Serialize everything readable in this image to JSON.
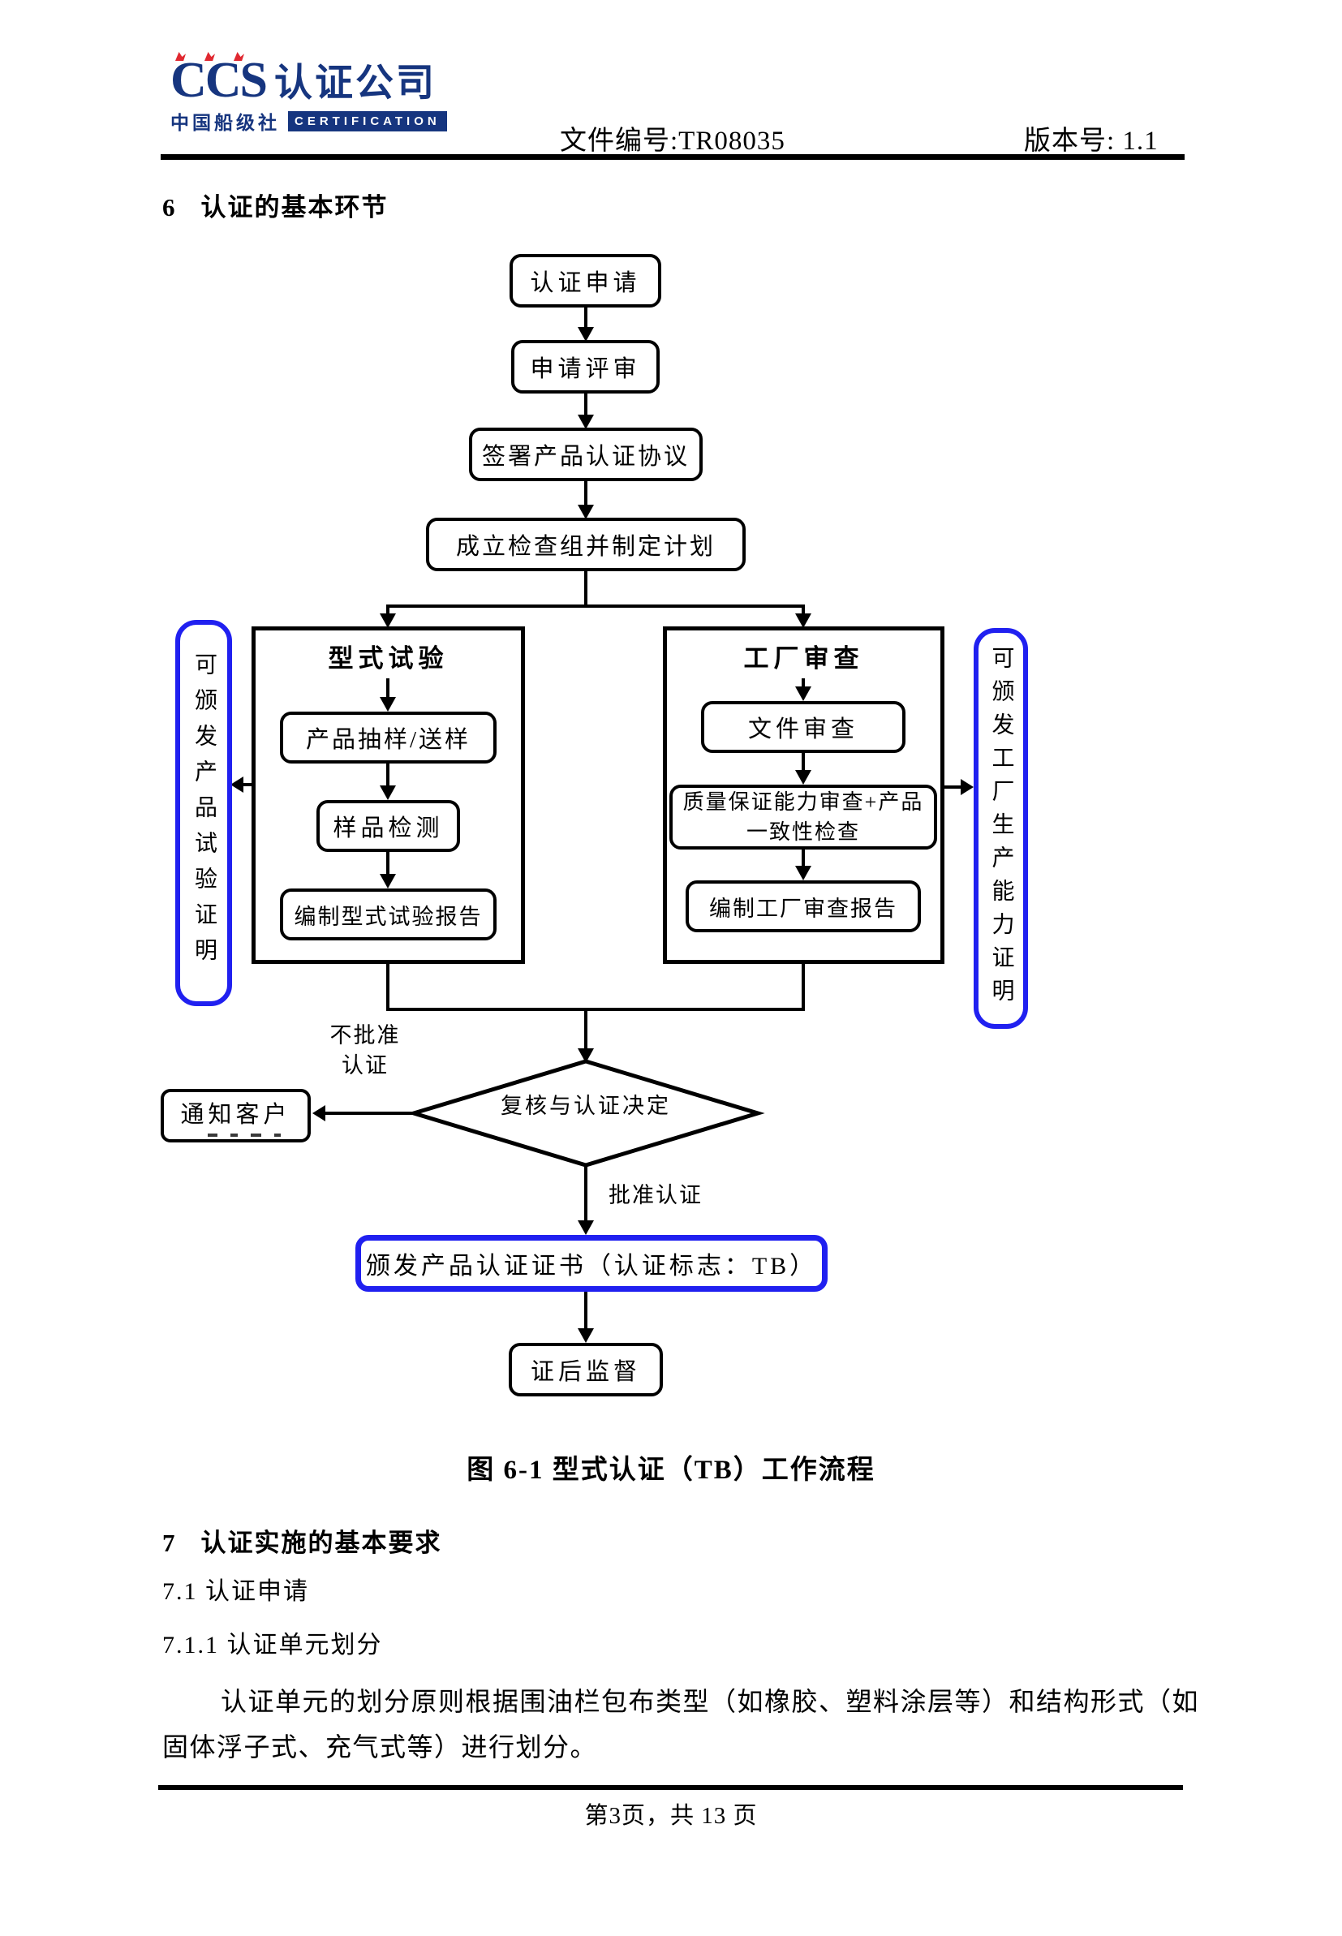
{
  "header": {
    "logo_ccs": "CCS",
    "logo_company": "认证公司",
    "logo_cn": "中国船级社",
    "logo_en": "CERTIFICATION",
    "doc_no": "文件编号:TR08035",
    "version": "版本号: 1.1"
  },
  "section6": {
    "number": "6",
    "title": "认证的基本环节"
  },
  "flowchart": {
    "nodes": {
      "apply": "认证申请",
      "review": "申请评审",
      "sign": "签署产品认证协议",
      "team": "成立检查组并制定计划",
      "type_test_title": "型式试验",
      "sampling": "产品抽样/送样",
      "sample_test": "样品检测",
      "type_report": "编制型式试验报告",
      "factory_title": "工厂审查",
      "doc_review": "文件审查",
      "qa_line1": "质量保证能力审查+产品",
      "qa_line2": "一致性检查",
      "factory_report": "编制工厂审查报告",
      "left_cert": "可颁发产品试验证明",
      "right_cert": "可颁发工厂生产能力证明",
      "decision": "复核与认证决定",
      "notify": "通知客户",
      "issue_cert": "颁发产品认证证书（认证标志：TB）",
      "supervision": "证后监督"
    },
    "labels": {
      "reject_line1": "不批准",
      "reject_line2": "认证",
      "approve": "批准认证"
    },
    "caption": "图 6-1 型式认证（TB）工作流程"
  },
  "section7": {
    "number": "7",
    "heading": "认证实施的基本要求",
    "sub1": "7.1  认证申请",
    "sub2": "7.1.1 认证单元划分",
    "para_line1": "认证单元的划分原则根据围油栏包布类型（如橡胶、塑料涂层等）和结构形式（如",
    "para_line2": "固体浮子式、充气式等）进行划分。"
  },
  "footer": {
    "page_info": "第3页，共 13 页"
  },
  "colors": {
    "accent_blue": "#2020f0",
    "logo_blue": "#16357f",
    "logo_red": "#e02830",
    "line_black": "#000000"
  }
}
